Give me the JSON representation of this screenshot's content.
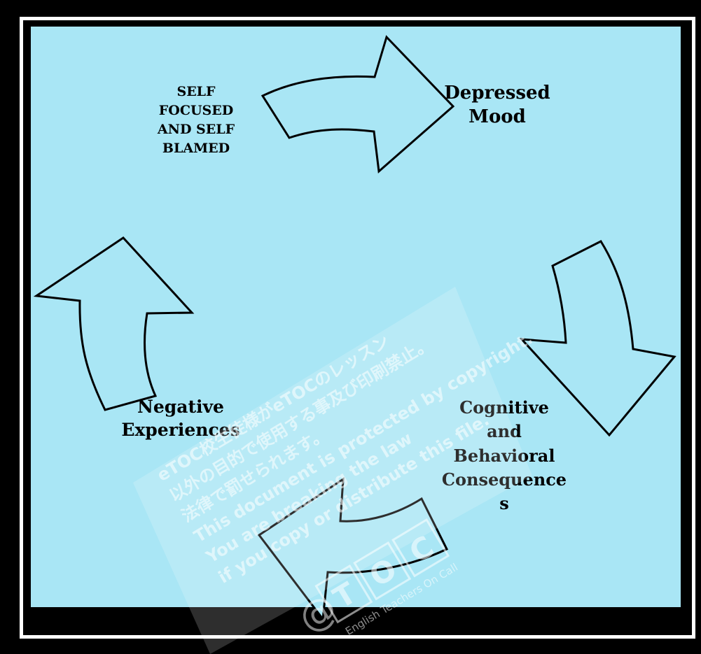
{
  "diagram": {
    "nodes": [
      {
        "id": "self",
        "text": "SELF\nFOCUSED\nAND SELF\nBLAMED"
      },
      {
        "id": "mood",
        "text": "Depressed\nMood"
      },
      {
        "id": "cog",
        "text": "Cognitive\nand\nBehavioral\nConsequence\ns"
      },
      {
        "id": "neg",
        "text": "Negative\nExperiences"
      }
    ],
    "cycle": [
      "self",
      "mood",
      "cog",
      "neg",
      "self"
    ]
  },
  "watermark": {
    "lines": [
      "eTOC校生徒様がeTOCのレッスン",
      "以外の目的で使用する事及び印刷禁止。",
      "法律で罰せられます。",
      "This document is protected by copyright.",
      "You are breaking the law",
      "if you copy or distribute this file."
    ],
    "logo_letters": [
      "T",
      "O",
      "C"
    ],
    "logo_caption": "English Teachers On Call"
  },
  "colors": {
    "panel": "#a9e6f5",
    "frame": "#000000",
    "border": "#ffffff",
    "arrow_fill": "#a9e6f5",
    "arrow_stroke": "#000000"
  }
}
